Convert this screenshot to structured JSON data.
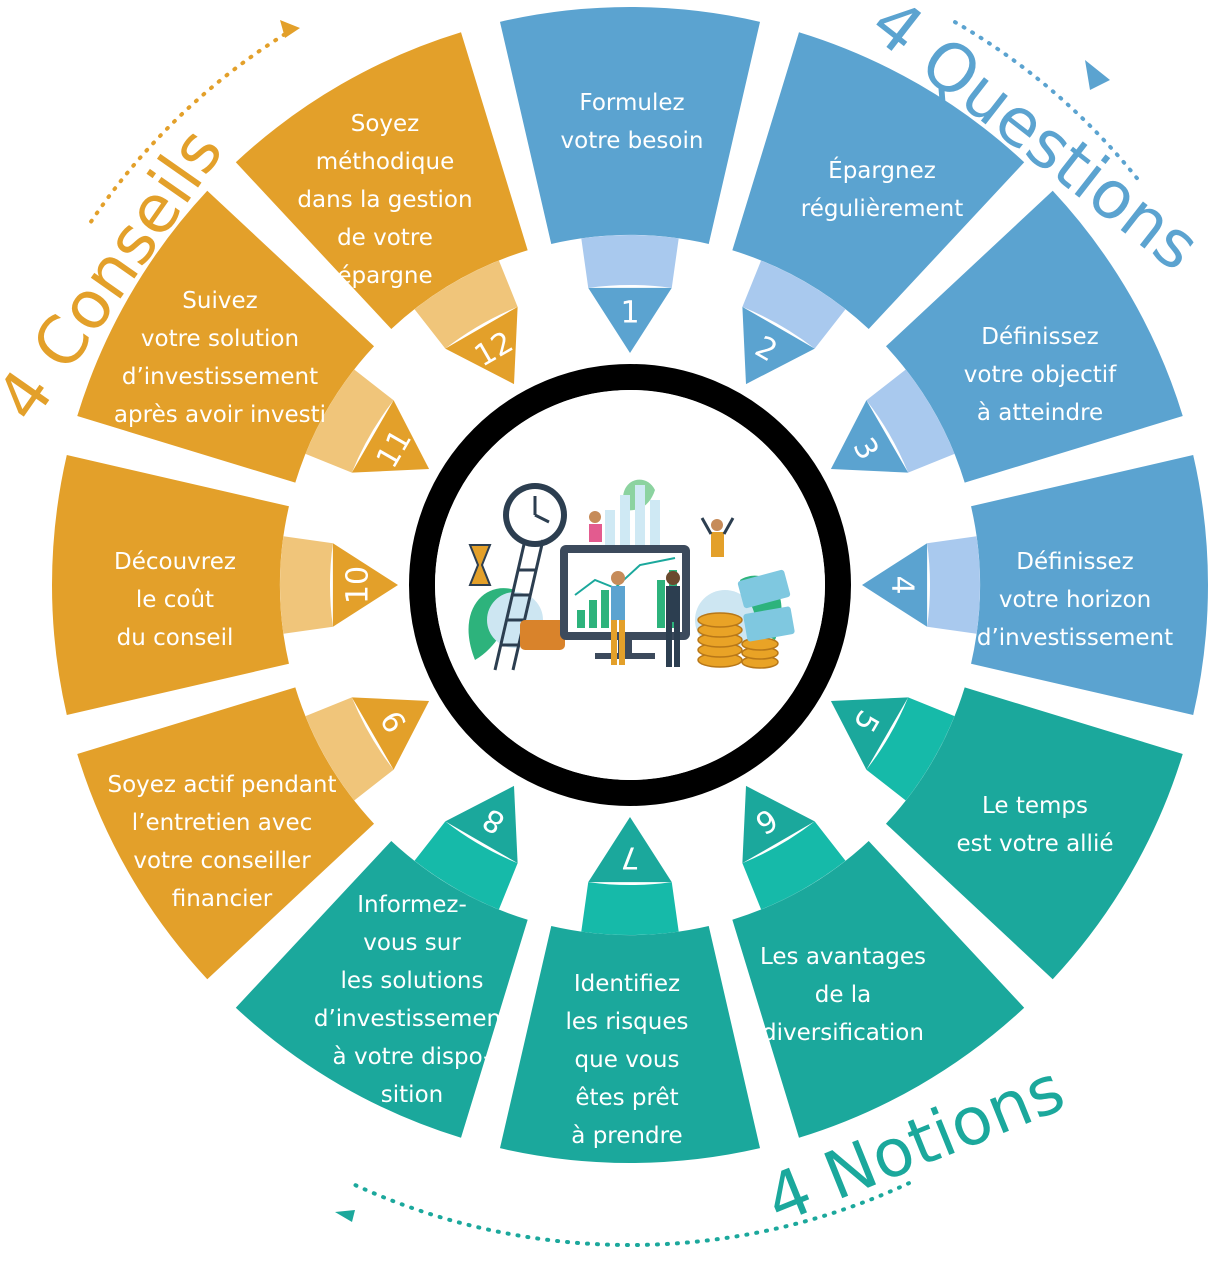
{
  "colors": {
    "blue": "#5BA3D0",
    "blue_light": "#A9C9EE",
    "orange": "#E3A02A",
    "orange_light": "#F0C57A",
    "teal": "#1BA89C",
    "teal_light": "#16BAA9",
    "ring": "#000000"
  },
  "groups": {
    "questions": {
      "label": "4 Questions",
      "color": "#5BA3D0"
    },
    "conseils": {
      "label": "4 Conseils",
      "color": "#E3A02A"
    },
    "notions": {
      "label": "4 Notions",
      "color": "#1BA89C"
    }
  },
  "segments": [
    {
      "number": "1",
      "group": "questions",
      "text": "Formulez\nvotre besoin"
    },
    {
      "number": "2",
      "group": "questions",
      "text": "Épargnez\nrégulièrement"
    },
    {
      "number": "3",
      "group": "questions",
      "text": "Définissez\nvotre objectif\nà atteindre"
    },
    {
      "number": "4",
      "group": "questions",
      "text": "Définissez\nvotre horizon\nd’investissement"
    },
    {
      "number": "5",
      "group": "notions",
      "text": "Le temps\nest votre allié"
    },
    {
      "number": "6",
      "group": "notions",
      "text": "Les avantages\nde la\ndiversification"
    },
    {
      "number": "7",
      "group": "notions",
      "text": "Identifiez\nles risques\nque vous\nêtes prêt\nà prendre"
    },
    {
      "number": "8",
      "group": "notions",
      "text": "Informez-\nvous sur\nles solutions\nd’investissement\nà votre dispo-\nsition"
    },
    {
      "number": "9",
      "group": "conseils",
      "text": "Soyez actif pendant\nl’entretien avec\nvotre conseiller\nfinancier"
    },
    {
      "number": "10",
      "group": "conseils",
      "text": "Découvrez\nle coût\ndu conseil"
    },
    {
      "number": "11",
      "group": "conseils",
      "text": "Suivez\nvotre solution\nd’investissement\naprès avoir investi"
    },
    {
      "number": "12",
      "group": "conseils",
      "text": "Soyez\nméthodique\ndans la gestion\nde votre\népargne"
    }
  ],
  "illustration": {
    "icon": "financial-advice-illustration"
  }
}
